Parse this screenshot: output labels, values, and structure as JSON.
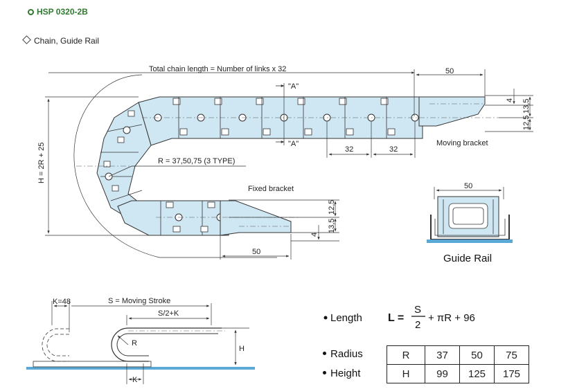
{
  "header": {
    "product_code": "HSP 0320-2B",
    "section_title": "Chain, Guide Rail"
  },
  "main_diagram": {
    "total_length_label": "Total chain length = Number of links x 32",
    "height_label": "H = 2R + 25",
    "radius_label": "R = 37,50,75 (3 TYPE)",
    "section_marker": "\"A\"",
    "moving_bracket_label": "Moving bracket",
    "fixed_bracket_label": "Fixed bracket",
    "dim_50": "50",
    "dim_32": "32",
    "dim_4": "4",
    "dim_13_5": "13,5",
    "dim_12_5": "12,5"
  },
  "guide_rail": {
    "label": "Guide Rail",
    "width": "50"
  },
  "stroke_diagram": {
    "k_label": "K=48",
    "stroke_label": "S = Moving Stroke",
    "half_stroke_label": "S/2+K",
    "r_label": "R",
    "h_label": "H",
    "k_bottom_label": "K"
  },
  "formula": {
    "length_label": "Length",
    "lhs": "L =",
    "numerator": "S",
    "denominator": "2",
    "rest": "+ πR + 96"
  },
  "spec_table": {
    "radius_label": "Radius",
    "height_label": "Height",
    "rows": [
      {
        "key": "R",
        "values": [
          "37",
          "50",
          "75"
        ]
      },
      {
        "key": "H",
        "values": [
          "99",
          "125",
          "175"
        ]
      }
    ]
  }
}
